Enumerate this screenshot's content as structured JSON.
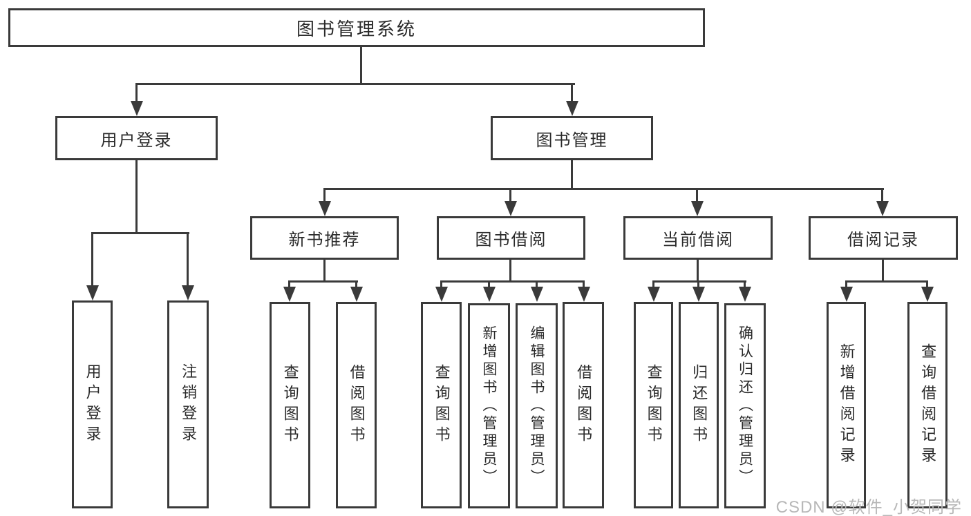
{
  "diagram": {
    "root": {
      "label": "图书管理系统"
    },
    "level2": [
      {
        "label": "用户登录"
      },
      {
        "label": "图书管理"
      }
    ],
    "level3": [
      {
        "label": "新书推荐"
      },
      {
        "label": "图书借阅"
      },
      {
        "label": "当前借阅"
      },
      {
        "label": "借阅记录"
      }
    ],
    "leaves": {
      "user_login": [
        {
          "label": "用户登录"
        },
        {
          "label": "注销登录"
        }
      ],
      "new_books": [
        {
          "label": "查询图书"
        },
        {
          "label": "借阅图书"
        }
      ],
      "book_borrow": [
        {
          "label": "查询图书"
        },
        {
          "label": "新增图书（管理员）"
        },
        {
          "label": "编辑图书（管理员）"
        },
        {
          "label": "借阅图书"
        }
      ],
      "current_borrow": [
        {
          "label": "查询图书"
        },
        {
          "label": "归还图书"
        },
        {
          "label": "确认归还（管理员）"
        }
      ],
      "borrow_records": [
        {
          "label": "新增借阅记录"
        },
        {
          "label": "查询借阅记录"
        }
      ]
    },
    "watermark": "CSDN @软件_小贺同学",
    "colors": {
      "line": "#3a3a3a",
      "text": "#2a2a2a",
      "watermark": "#b8b8b8",
      "background": "#ffffff"
    }
  }
}
